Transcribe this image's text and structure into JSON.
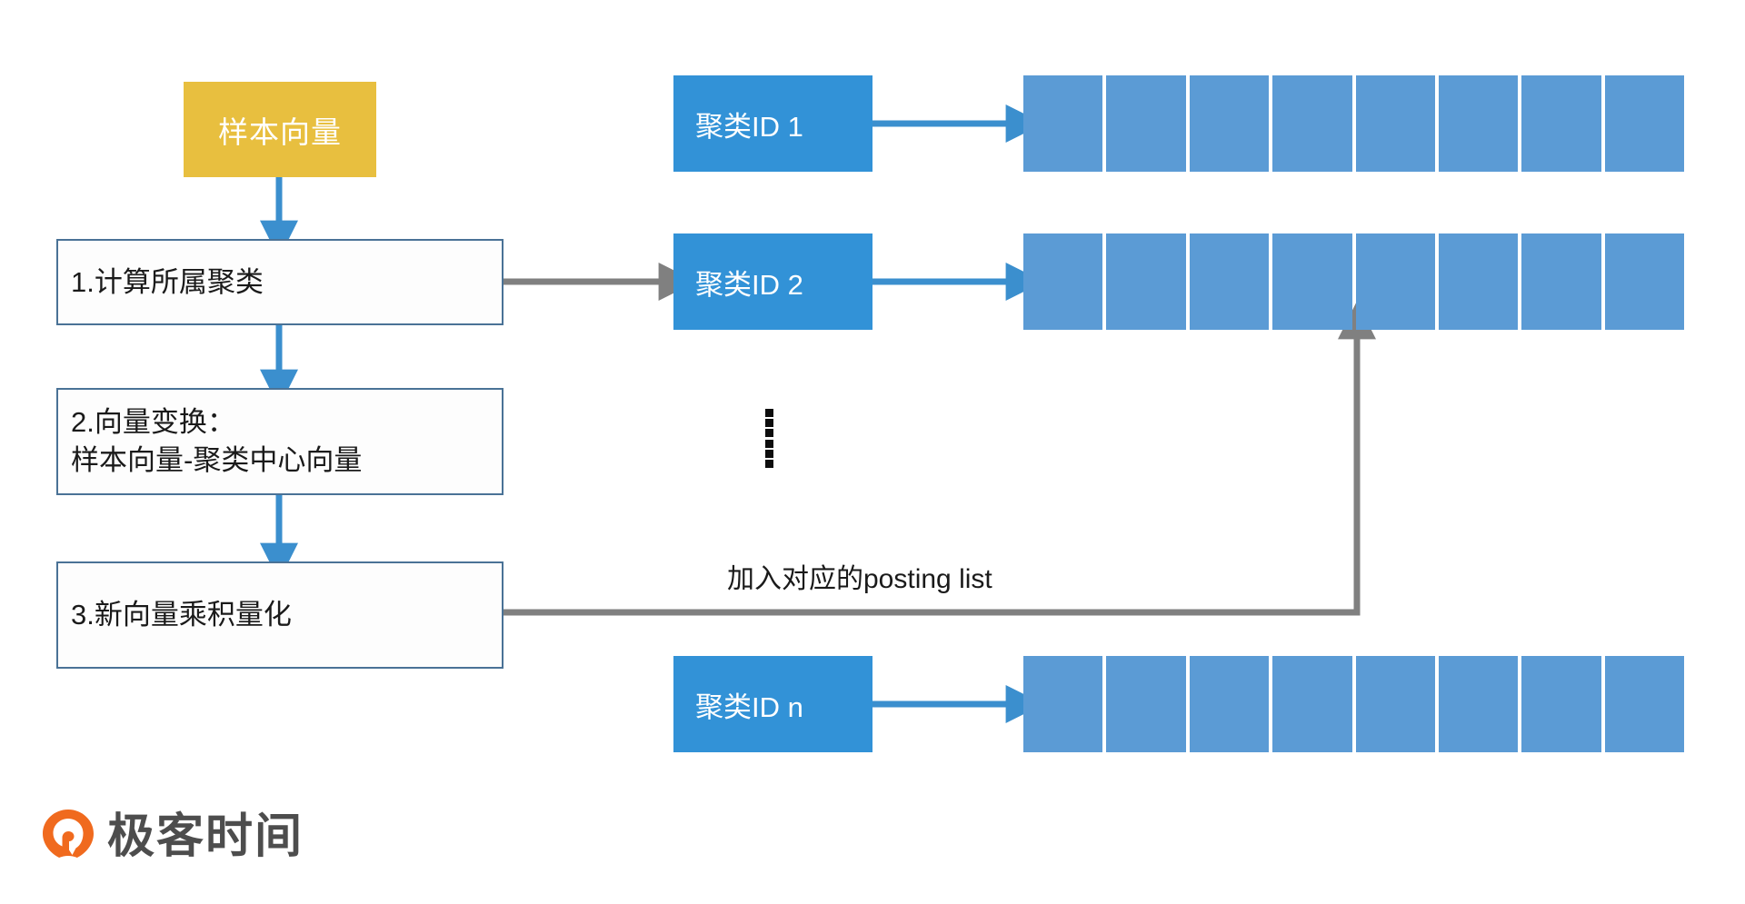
{
  "diagram": {
    "title": "IVFPQ 建库流程图",
    "colors": {
      "sample_fill": "#e8bf3f",
      "step_border": "#4a7296",
      "cluster_fill": "#3292d7",
      "cell_fill": "#5b9bd5",
      "blue_arrow": "#3b8fce",
      "gray_arrow": "#808080",
      "logo_orange": "#f06a1e",
      "logo_text": "#4d4d4d"
    },
    "sample_box": {
      "label": "样本向量"
    },
    "steps": [
      {
        "label": "1.计算所属聚类"
      },
      {
        "label": "2.向量变换：\n   样本向量-聚类中心向量"
      },
      {
        "label": "3.新向量乘积量化"
      }
    ],
    "clusters": [
      {
        "label": "聚类ID 1",
        "cells": 8
      },
      {
        "label": "聚类ID 2",
        "cells": 8
      },
      {
        "label": "聚类ID n",
        "cells": 8
      }
    ],
    "ellipsis": {
      "name": "vertical-ellipsis",
      "dots": 6
    },
    "edge_label": "加入对应的posting list",
    "logo": {
      "text": "极客时间",
      "mark": "geekbang-pin-icon"
    }
  }
}
